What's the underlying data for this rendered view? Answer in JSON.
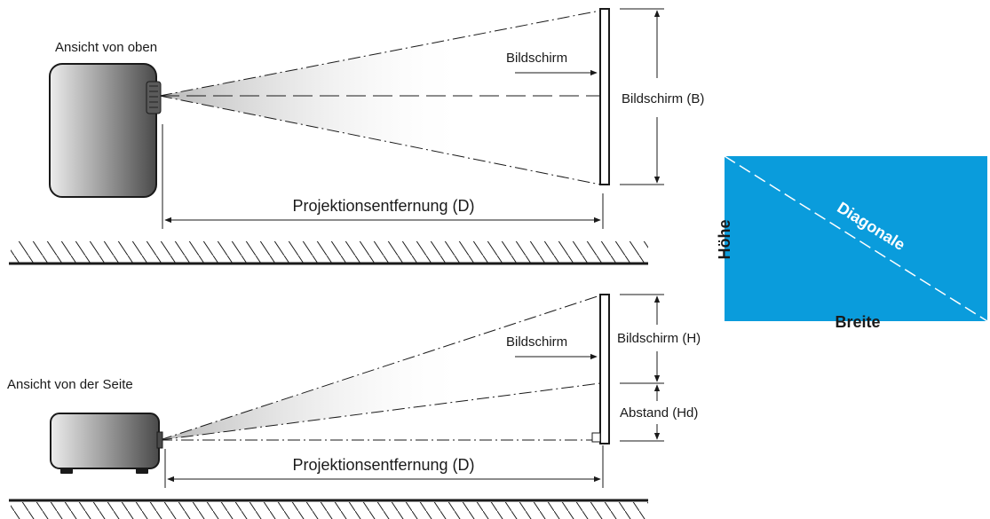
{
  "top_view": {
    "title": "Ansicht von oben",
    "screen_arrow_label": "Bildschirm",
    "screen_width_label": "Bildschirm (B)",
    "distance_label": "Projektionsentfernung (D)"
  },
  "side_view": {
    "title": "Ansicht von der Seite",
    "screen_arrow_label": "Bildschirm",
    "screen_height_label": "Bildschirm (H)",
    "offset_label": "Abstand (Hd)",
    "distance_label": "Projektionsentfernung (D)"
  },
  "screen_panel": {
    "diagonal_label": "Diagonale",
    "height_label": "Höhe",
    "width_label": "Breite"
  },
  "colors": {
    "screen_fill": "#0a9cdc",
    "projector_body": "#555555",
    "line": "#1a1a1a"
  }
}
